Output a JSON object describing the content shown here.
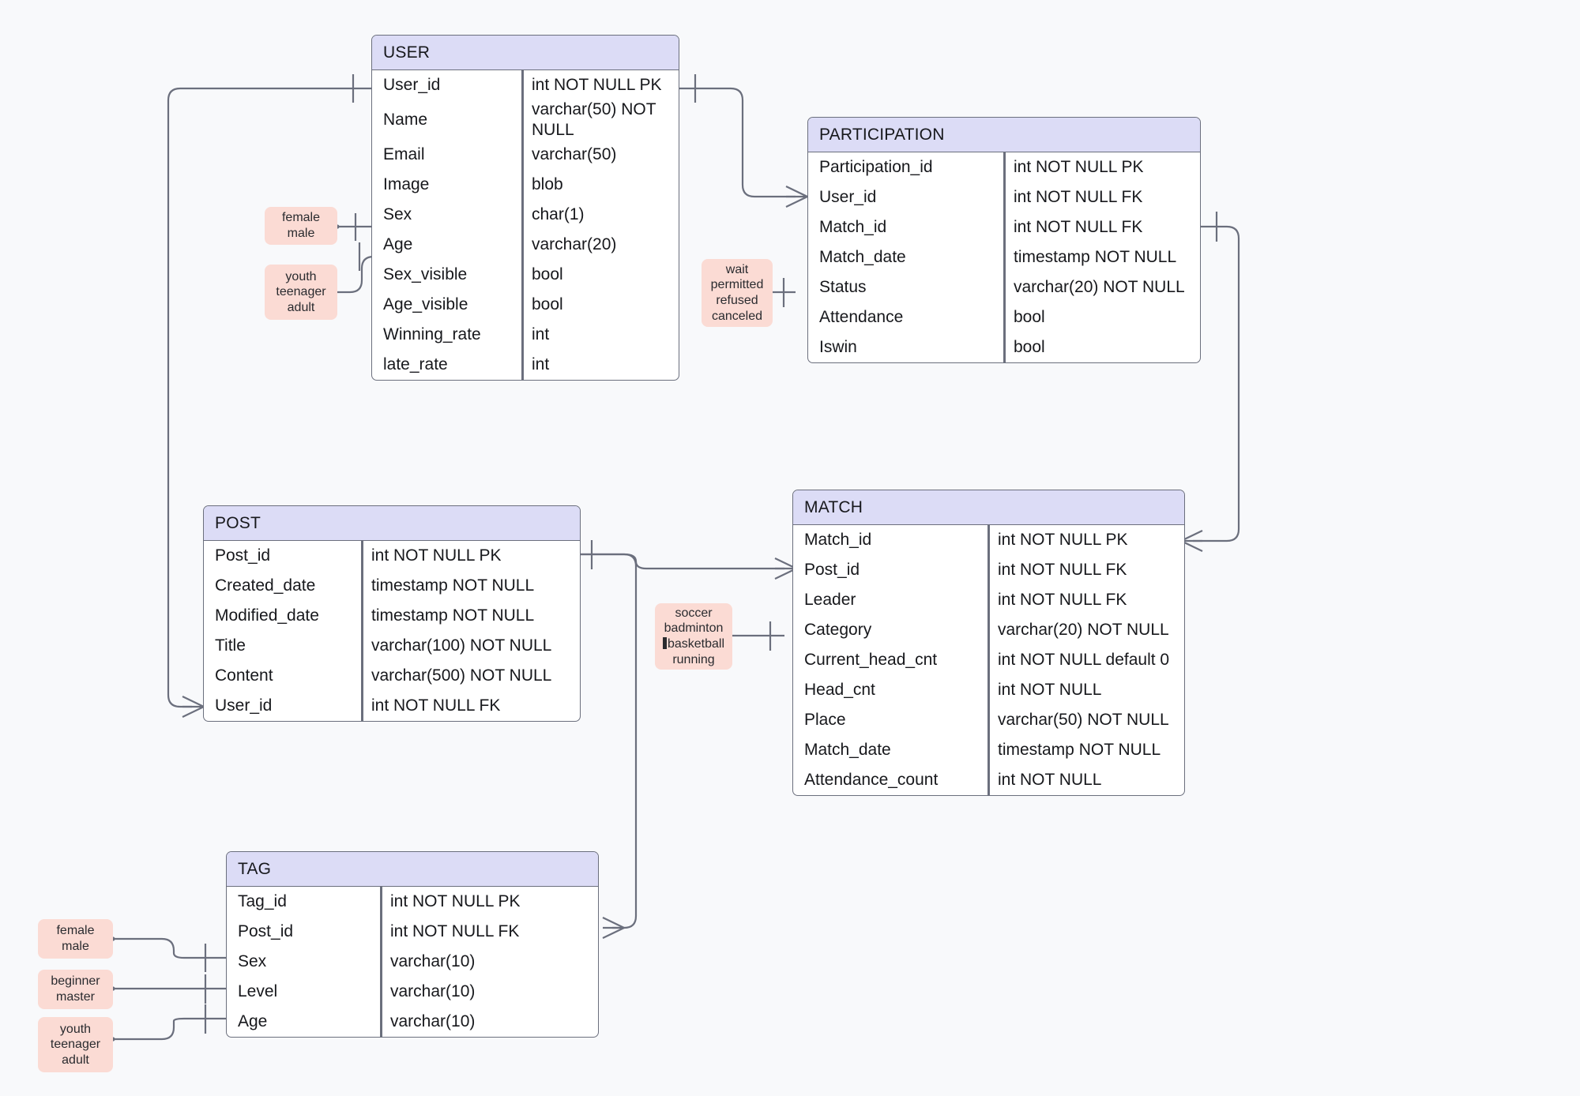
{
  "diagram": {
    "title": "ER Diagram",
    "background_color": "#f8f9fb",
    "entity_header_color": "#dcdcf6",
    "entity_border_color": "#6b6f7d",
    "note_color": "#fbdbd4",
    "line_color": "#6b6f7d"
  },
  "entities": [
    {
      "name": "USER",
      "attributes": [
        {
          "name": "User_id",
          "type": "int NOT NULL PK"
        },
        {
          "name": "Name",
          "type": "varchar(50) NOT NULL"
        },
        {
          "name": "Email",
          "type": "varchar(50)"
        },
        {
          "name": "Image",
          "type": "blob"
        },
        {
          "name": "Sex",
          "type": "char(1)"
        },
        {
          "name": "Age",
          "type": "varchar(20)"
        },
        {
          "name": "Sex_visible",
          "type": "bool"
        },
        {
          "name": "Age_visible",
          "type": "bool"
        },
        {
          "name": "Winning_rate",
          "type": "int"
        },
        {
          "name": "late_rate",
          "type": "int"
        }
      ]
    },
    {
      "name": "PARTICIPATION",
      "attributes": [
        {
          "name": "Participation_id",
          "type": "int NOT NULL PK"
        },
        {
          "name": "User_id",
          "type": "int NOT NULL FK"
        },
        {
          "name": "Match_id",
          "type": "int NOT NULL FK"
        },
        {
          "name": "Match_date",
          "type": "timestamp NOT NULL"
        },
        {
          "name": "Status",
          "type": "varchar(20) NOT NULL"
        },
        {
          "name": "Attendance",
          "type": "bool"
        },
        {
          "name": "Iswin",
          "type": "bool"
        }
      ]
    },
    {
      "name": "POST",
      "attributes": [
        {
          "name": "Post_id",
          "type": "int NOT NULL PK"
        },
        {
          "name": "Created_date",
          "type": "timestamp NOT NULL"
        },
        {
          "name": "Modified_date",
          "type": "timestamp NOT NULL"
        },
        {
          "name": "Title",
          "type": "varchar(100) NOT NULL"
        },
        {
          "name": "Content",
          "type": "varchar(500) NOT NULL"
        },
        {
          "name": "User_id",
          "type": "int NOT NULL FK"
        }
      ]
    },
    {
      "name": "MATCH",
      "attributes": [
        {
          "name": "Match_id",
          "type": "int NOT NULL PK"
        },
        {
          "name": "Post_id",
          "type": "int NOT NULL FK"
        },
        {
          "name": "Leader",
          "type": "int NOT NULL FK"
        },
        {
          "name": "Category",
          "type": "varchar(20) NOT NULL"
        },
        {
          "name": "Current_head_cnt",
          "type": "int NOT NULL default 0"
        },
        {
          "name": "Head_cnt",
          "type": "int NOT NULL"
        },
        {
          "name": "Place",
          "type": "varchar(50) NOT NULL"
        },
        {
          "name": "Match_date",
          "type": "timestamp NOT NULL"
        },
        {
          "name": "Attendance_count",
          "type": "int NOT NULL"
        }
      ]
    },
    {
      "name": "TAG",
      "attributes": [
        {
          "name": "Tag_id",
          "type": "int NOT NULL PK"
        },
        {
          "name": "Post_id",
          "type": "int NOT NULL FK"
        },
        {
          "name": "Sex",
          "type": "varchar(10)"
        },
        {
          "name": "Level",
          "type": "varchar(10)"
        },
        {
          "name": "Age",
          "type": "varchar(10)"
        }
      ]
    }
  ],
  "notes": [
    {
      "id": "user-sex-values",
      "lines": [
        "female",
        "male"
      ],
      "attaches_to": "USER.Sex"
    },
    {
      "id": "user-age-values",
      "lines": [
        "youth",
        "teenager",
        "adult"
      ],
      "attaches_to": "USER.Age"
    },
    {
      "id": "participation-status",
      "lines": [
        "wait",
        "permitted",
        "refused",
        "canceled"
      ],
      "attaches_to": "PARTICIPATION.Status"
    },
    {
      "id": "match-category",
      "lines": [
        "soccer",
        "badminton",
        "basketball",
        "running"
      ],
      "caret_before_line": 2,
      "attaches_to": "MATCH.Category"
    },
    {
      "id": "tag-sex-values",
      "lines": [
        "female",
        "male"
      ],
      "attaches_to": "TAG.Sex"
    },
    {
      "id": "tag-level-values",
      "lines": [
        "beginner",
        "master"
      ],
      "attaches_to": "TAG.Level"
    },
    {
      "id": "tag-age-values",
      "lines": [
        "youth",
        "teenager",
        "adult"
      ],
      "attaches_to": "TAG.Age"
    }
  ],
  "relationships": [
    {
      "from": "USER.User_id",
      "to": "PARTICIPATION.User_id",
      "from_card": "one",
      "to_card": "many"
    },
    {
      "from": "USER.User_id",
      "to": "POST.User_id",
      "from_card": "one",
      "to_card": "many"
    },
    {
      "from": "PARTICIPATION.Match_id",
      "to": "MATCH.Match_id",
      "from_card": "one",
      "to_card": "many"
    },
    {
      "from": "POST.Post_id",
      "to": "MATCH.Post_id",
      "from_card": "one",
      "to_card": "many"
    },
    {
      "from": "POST.Post_id",
      "to": "TAG.Post_id",
      "from_card": "one",
      "to_card": "many"
    }
  ]
}
